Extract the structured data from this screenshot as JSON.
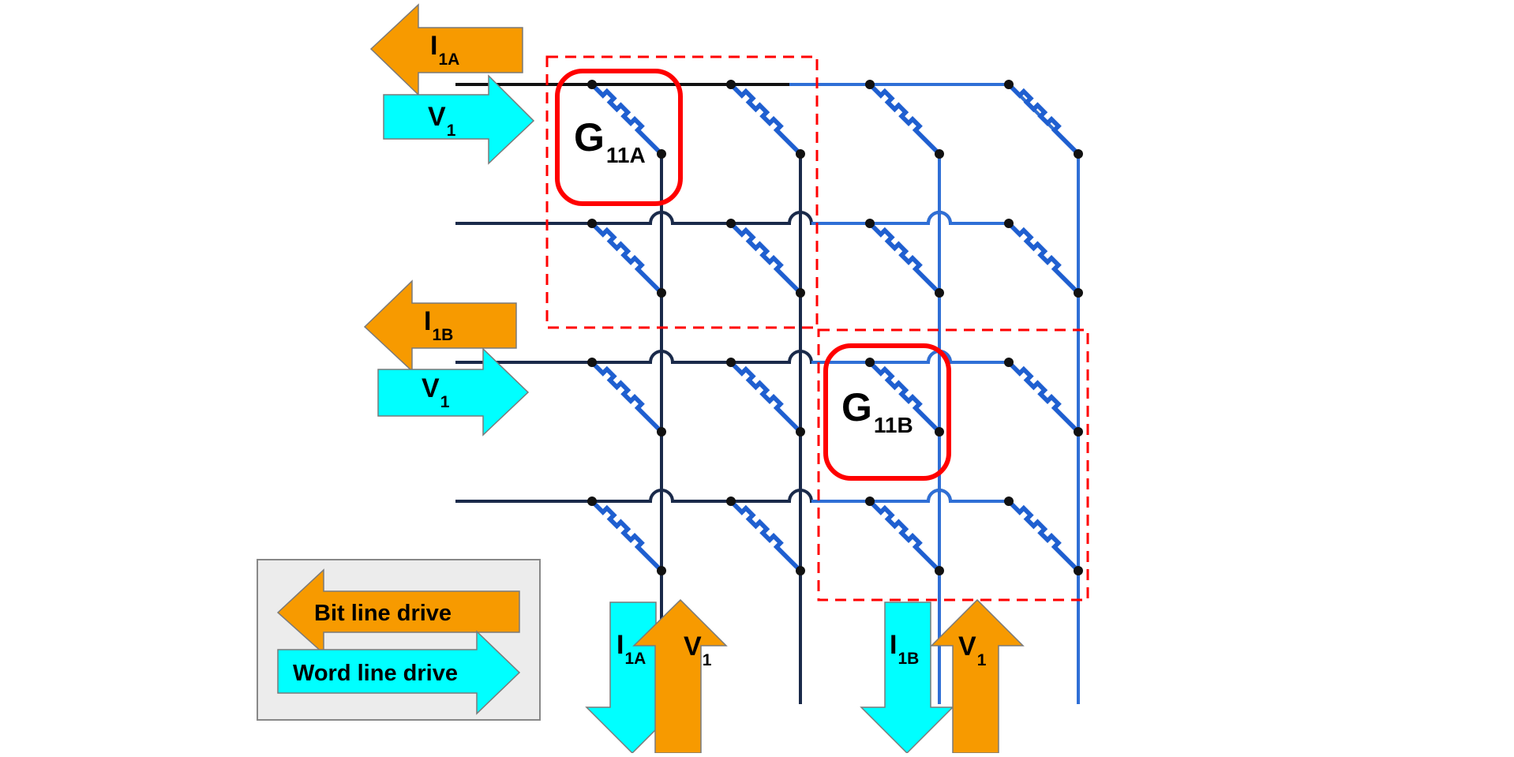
{
  "colors": {
    "bit_line_arrow": "#f79a00",
    "word_line_arrow": "#00ffff",
    "conductance_highlight": "#ff0000",
    "subarray_boundary": "#ff0000",
    "memristor": "#1f5fd0",
    "wire_left": "#000000",
    "wire_right": "#2f6fd6",
    "legend_background": "#ececec"
  },
  "icons": {
    "left_arrow": "arrow-left-icon",
    "right_arrow": "arrow-right-icon",
    "up_arrow": "arrow-up-icon",
    "down_arrow": "arrow-down-icon",
    "memristor": "memristor-icon"
  },
  "labels": {
    "row_a_current": {
      "main": "I",
      "sub": "1A"
    },
    "row_a_voltage": {
      "main": "V",
      "sub": "1"
    },
    "row_b_current": {
      "main": "I",
      "sub": "1B"
    },
    "row_b_voltage": {
      "main": "V",
      "sub": "1"
    },
    "col_a_current": {
      "main": "I",
      "sub": "1A"
    },
    "col_a_voltage": {
      "main": "V",
      "sub": "1"
    },
    "col_b_current": {
      "main": "I",
      "sub": "1B"
    },
    "col_b_voltage": {
      "main": "V",
      "sub": "1"
    },
    "g11a": {
      "main": "G",
      "sub": "11A"
    },
    "g11b": {
      "main": "G",
      "sub": "11B"
    }
  },
  "legend": {
    "bit_line": "Bit line drive",
    "word_line": "Word line drive"
  }
}
